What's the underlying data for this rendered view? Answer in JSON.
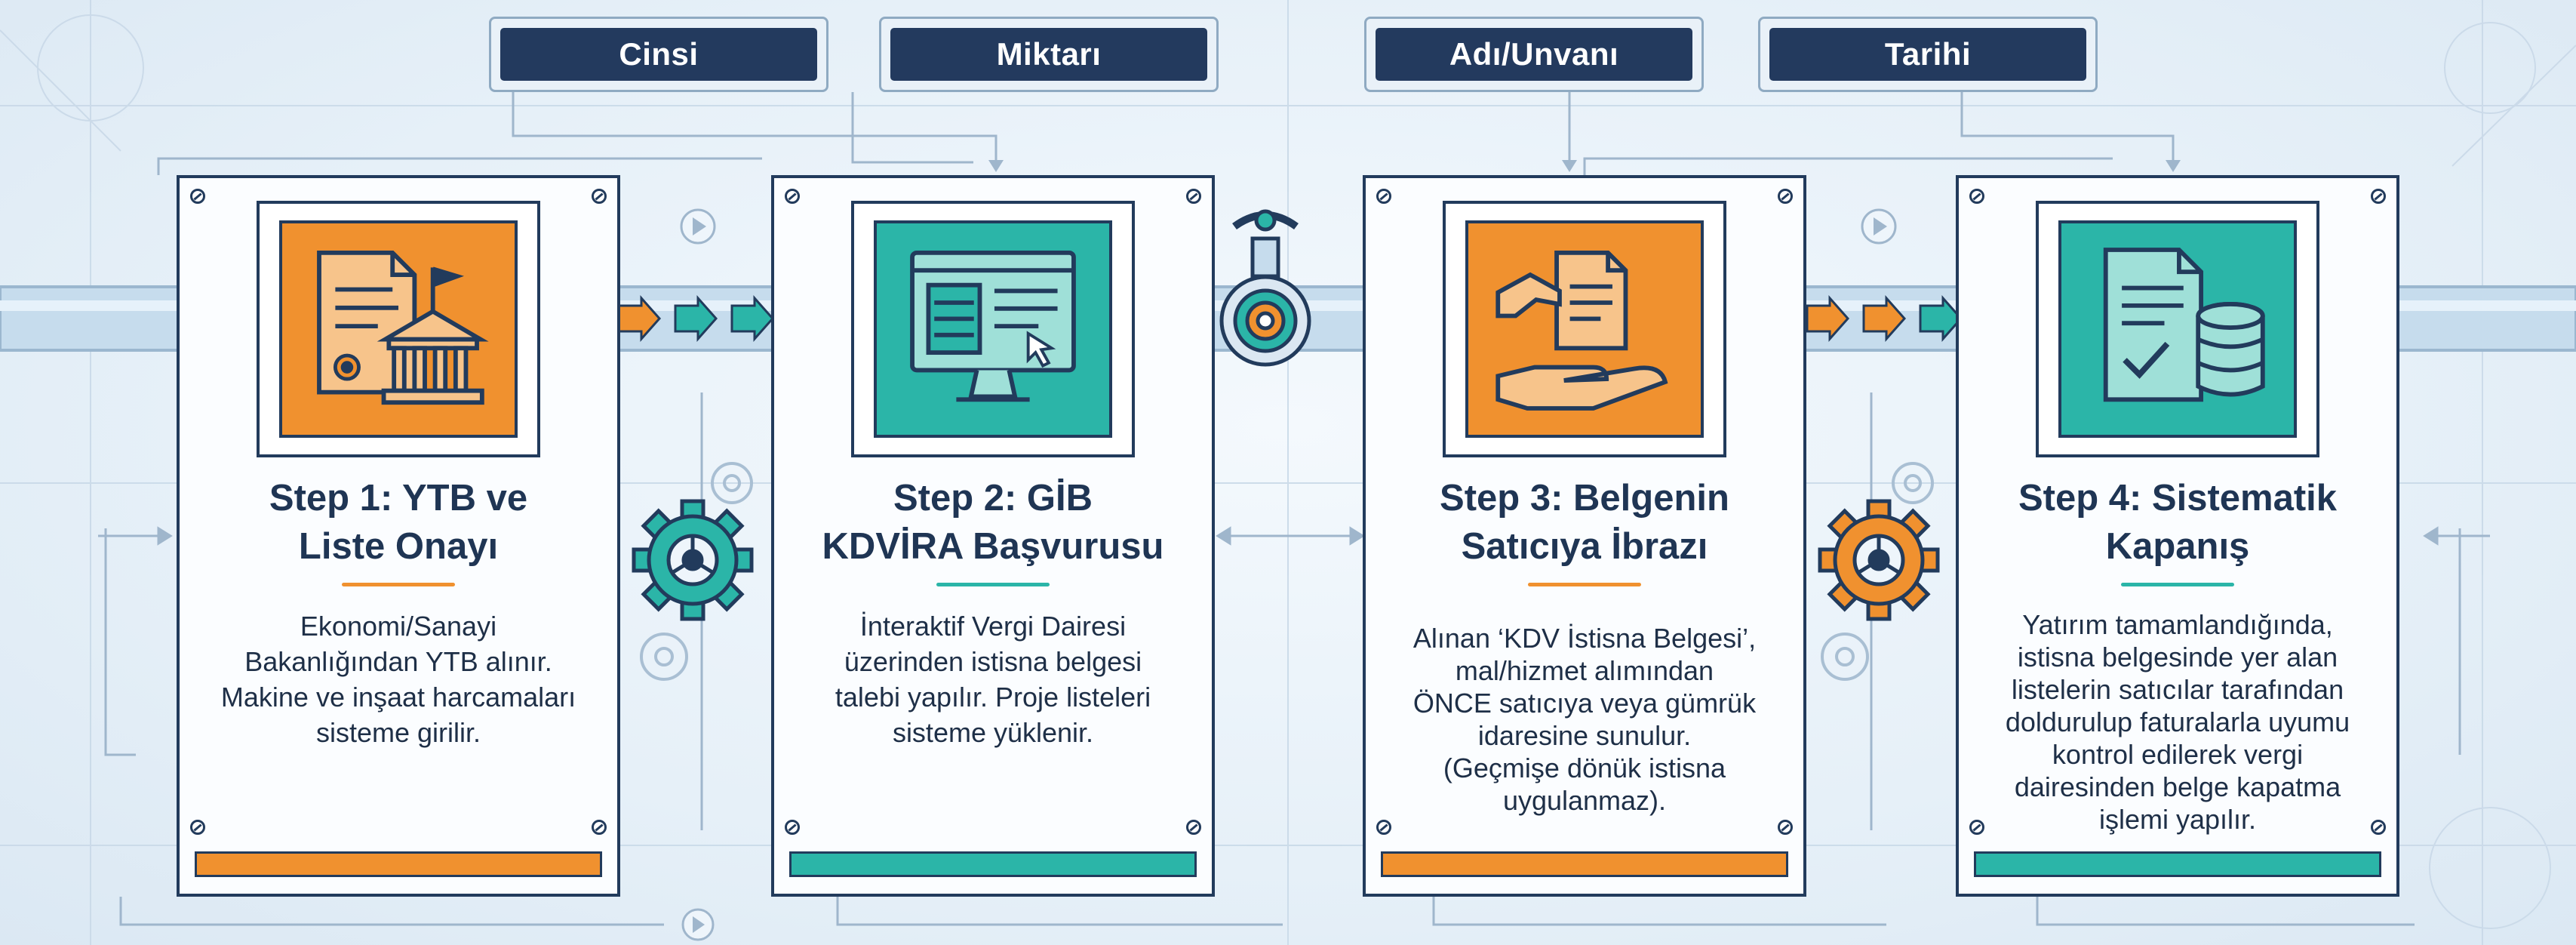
{
  "tags": [
    {
      "label": "Cinsi"
    },
    {
      "label": "Miktarı"
    },
    {
      "label": "Adı/Unvanı"
    },
    {
      "label": "Tarihi"
    }
  ],
  "steps": [
    {
      "title_line1": "Step 1: YTB ve",
      "title_line2": "Liste Onayı",
      "accent": "#f0912f",
      "icon": "document-government-building-icon",
      "desc": [
        "Ekonomi/Sanayi",
        "Bakanlığından YTB alınır.",
        "Makine ve inşaat harcamaları",
        "sisteme girilir."
      ]
    },
    {
      "title_line1": "Step 2: GİB",
      "title_line2": "KDVİRA Başvurusu",
      "accent": "#2bb5a8",
      "icon": "computer-monitor-icon",
      "desc": [
        "İnteraktif Vergi Dairesi",
        "üzerinden istisna belgesi",
        "talebi yapılır. Proje listeleri",
        "sisteme yüklenir."
      ]
    },
    {
      "title_line1": "Step 3: Belgenin",
      "title_line2": "Satıcıya İbrazı",
      "accent": "#f0912f",
      "icon": "hand-document-icon",
      "desc": [
        "Alınan ‘KDV İstisna Belgesi’,",
        "mal/hizmet alımından",
        "ÖNCE satıcıya veya gümrük",
        "idaresine sunulur.",
        "(Geçmişe dönük istisna",
        "uygulanmaz)."
      ]
    },
    {
      "title_line1": "Step 4: Sistematik",
      "title_line2": "Kapanış",
      "accent": "#2bb5a8",
      "icon": "document-database-icon",
      "desc": [
        "Yatırım tamamlandığında,",
        "istisna belgesinde yer alan",
        "listelerin satıcılar tarafından",
        "doldurulup faturalarla uyumu",
        "kontrol edilerek vergi",
        "dairesinden belge kapatma",
        "işlemi yapılır."
      ]
    }
  ],
  "colors": {
    "navy": "#223b5c",
    "orange": "#f0912f",
    "teal": "#2bb5a8",
    "pipe": "#b9d3e8"
  }
}
